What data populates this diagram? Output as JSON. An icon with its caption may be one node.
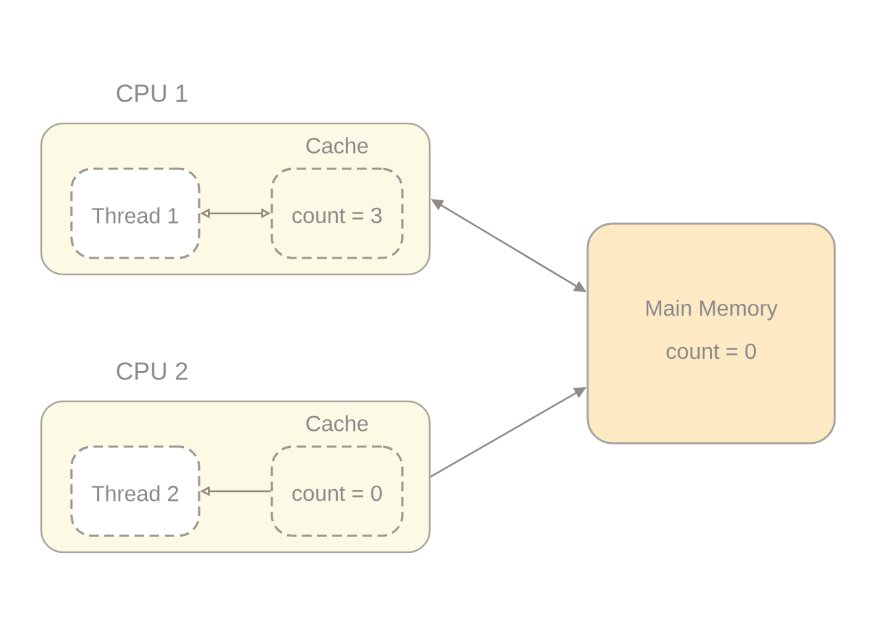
{
  "diagram": {
    "nodes": [
      {
        "text": [
          "CPU 1"
        ]
      },
      {
        "text": [
          "Thread 1"
        ],
        "in": 0
      },
      {
        "text": [
          "Cache",
          "count = 3"
        ],
        "in": 0
      },
      {
        "text": [
          "Main Memory",
          "count = 0"
        ]
      },
      {
        "text": [
          "CPU 2"
        ]
      },
      {
        "text": [
          "Thread 2"
        ],
        "in": 4
      },
      {
        "text": [
          "Cache",
          "count = 0"
        ],
        "in": 4
      }
    ],
    "edges": [
      {
        "from": 1,
        "to": 2,
        "arrow": "both"
      },
      {
        "from": 0,
        "to": 3,
        "arrow": "both"
      },
      {
        "from": 4,
        "to": 3,
        "arrow": "to"
      },
      {
        "from": 6,
        "to": 5,
        "arrow": "to"
      }
    ]
  }
}
